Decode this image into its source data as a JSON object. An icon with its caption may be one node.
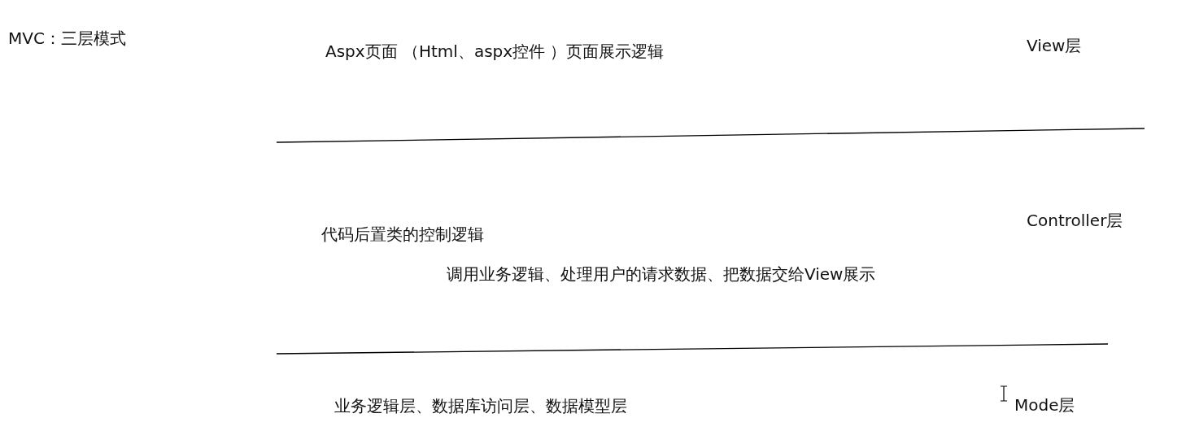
{
  "diagram": {
    "title": "MVC：三层模式",
    "labels": [
      "Aspx页面 （Html、aspx控件 ）页面展示逻辑",
      "View层",
      "Controller层",
      "代码后置类的控制逻辑",
      "调用业务逻辑、处理用户的请求数据、把数据交给View展示",
      "业务逻辑层、数据库访问层、数据模型层",
      "Mode层"
    ]
  }
}
